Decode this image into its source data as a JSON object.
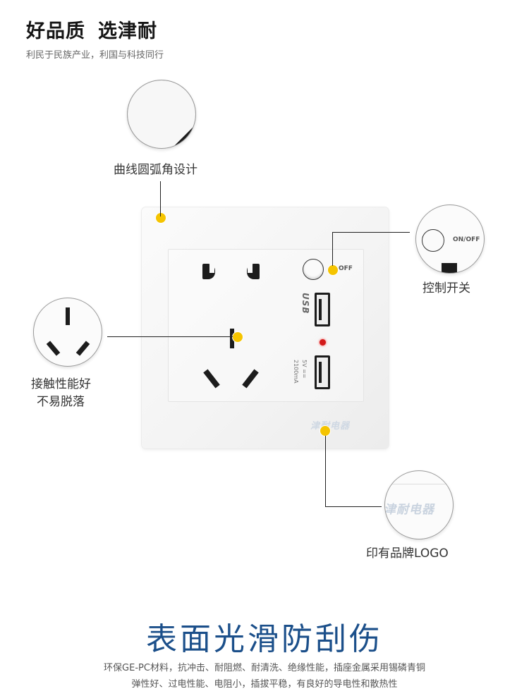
{
  "header": {
    "title_part1": "好品质",
    "title_part2": "选津耐",
    "subtitle": "利民于民族产业，利国与科技同行"
  },
  "callouts": {
    "corner": "曲线圆弧角设计",
    "switch": "控制开关",
    "contact_line1": "接触性能好",
    "contact_line2": "不易脱落",
    "logo": "印有品牌LOGO"
  },
  "panel": {
    "switch_label": "OFF",
    "switch_zoom_label": "ON/OFF",
    "usb_label": "USB",
    "voltage_label": "5V ==",
    "current_label": "2100mA",
    "brand_logo": "津耐电器"
  },
  "footer": {
    "headline": "表面光滑防刮伤",
    "desc_line1": "环保GE-PC材料，抗冲击、耐阻燃、耐清洗、绝缘性能，插座金属采用锡磷青铜",
    "desc_line2": "弹性好、过电性能、电阻小，插拔平稳，有良好的导电性和散热性"
  },
  "colors": {
    "accent_dot": "#f5c400",
    "headline": "#1b4f8a",
    "indicator": "#d21a1a"
  }
}
